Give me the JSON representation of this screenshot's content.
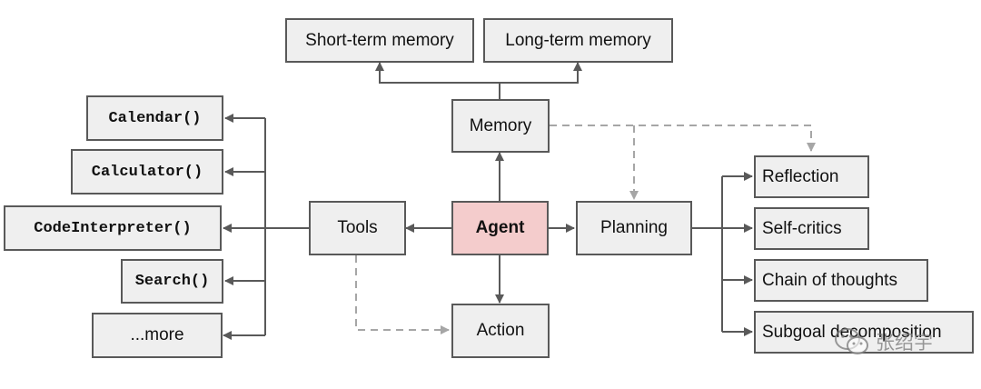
{
  "colors": {
    "line": "#595959",
    "dashed_line": "#a6a6a6",
    "node_fill": "#efefef",
    "agent_fill": "#f4cccc"
  },
  "nodes": {
    "short_term_memory": "Short-term memory",
    "long_term_memory": "Long-term memory",
    "memory": "Memory",
    "agent": "Agent",
    "tools": "Tools",
    "planning": "Planning",
    "action": "Action",
    "tools_list": {
      "calendar": "Calendar()",
      "calculator": "Calculator()",
      "code_interpreter": "CodeInterpreter()",
      "search": "Search()",
      "more": "...more"
    },
    "planning_list": {
      "reflection": "Reflection",
      "self_critics": "Self-critics",
      "chain_of_thoughts": "Chain of thoughts",
      "subgoal_decomposition": "Subgoal decomposition"
    }
  },
  "watermark": {
    "icon": "wechat-icon",
    "text": "张绍宇"
  }
}
